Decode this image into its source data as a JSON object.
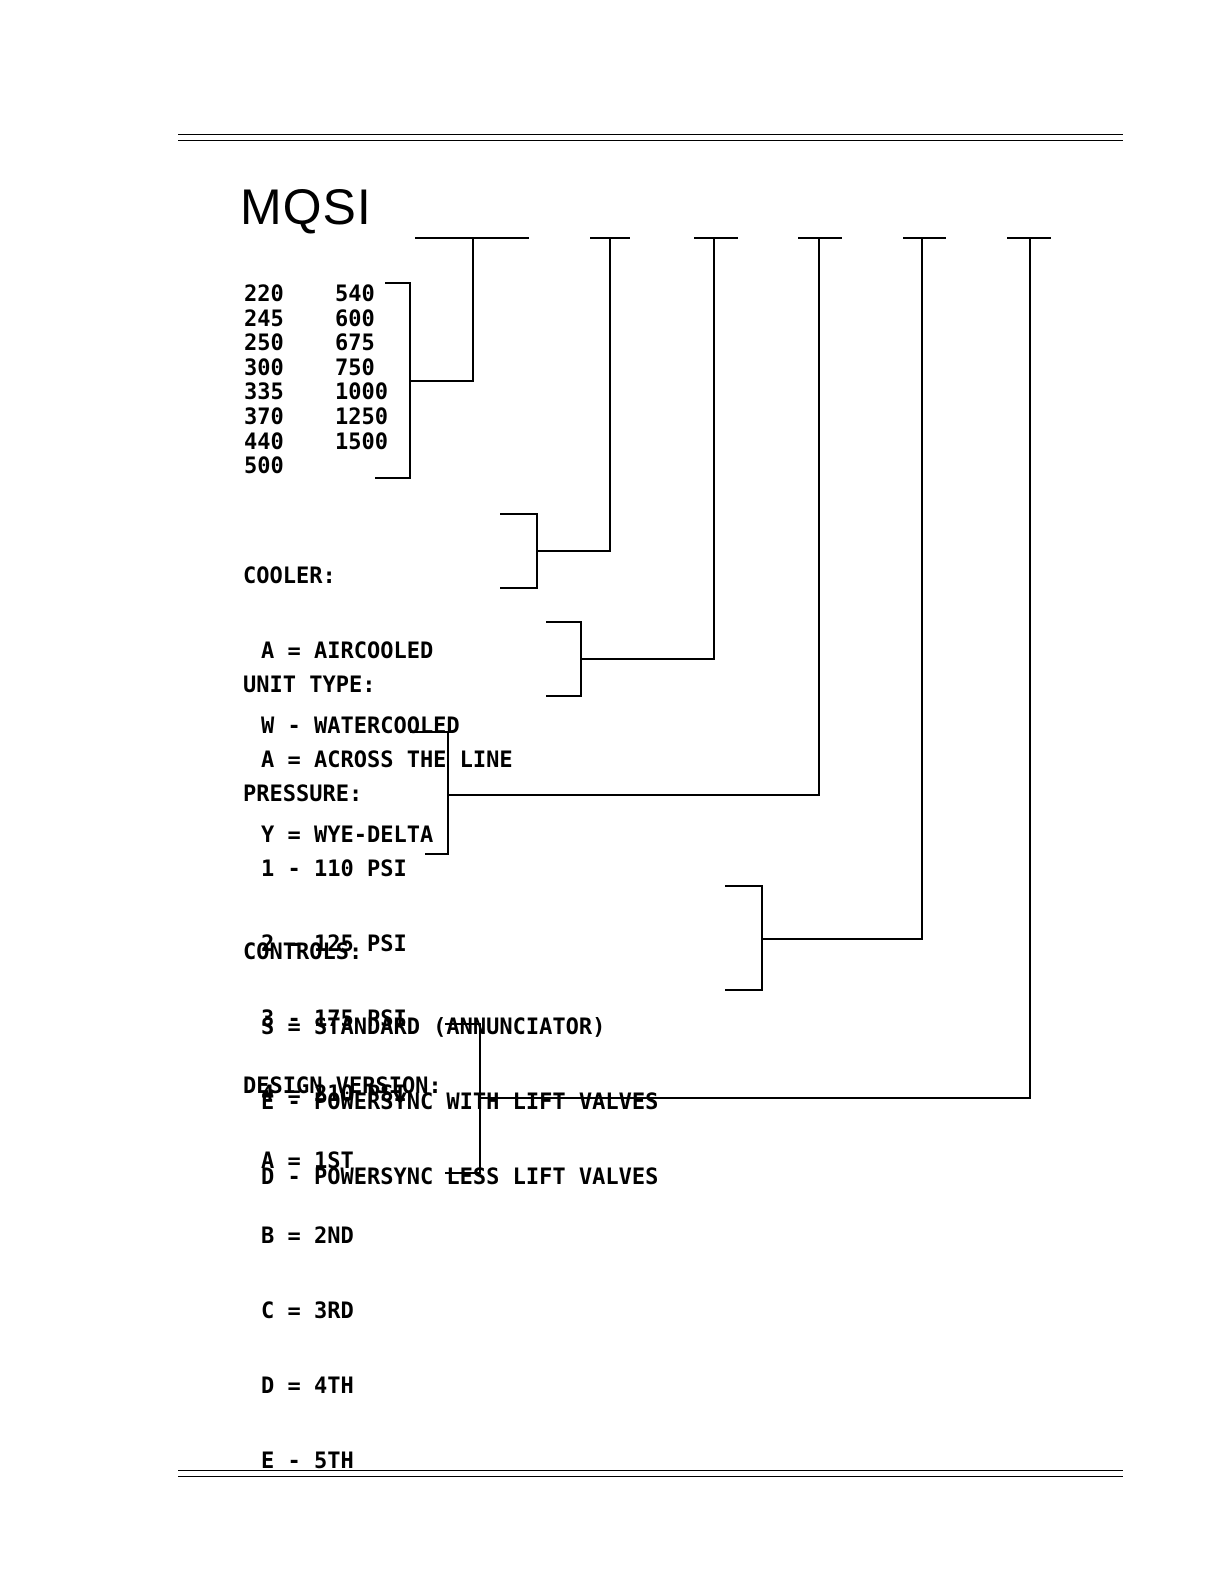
{
  "title": "MQSI",
  "sizes": {
    "left": [
      "220",
      "245",
      "250",
      "300",
      "335",
      "370",
      "440",
      "500"
    ],
    "right": [
      "540",
      "600",
      "675",
      "750",
      "1000",
      "1250",
      "1500"
    ]
  },
  "groups": [
    {
      "label": "COOLER:",
      "options": [
        "A = AIRCOOLED",
        "W - WATERCOOLED"
      ]
    },
    {
      "label": "UNIT TYPE:",
      "options": [
        "A = ACROSS THE LINE",
        "Y = WYE-DELTA"
      ]
    },
    {
      "label": "PRESSURE:",
      "options": [
        "1 - 110 PSI",
        "2 - 125 PSI",
        "3 - 175 PSI",
        "4 = 210 PSI"
      ]
    },
    {
      "label": "CONTROLS:",
      "options": [
        "S = STANDARD (ANNUNCIATOR)",
        "E - POWERSYNC WITH LIFT VALVES",
        "D - POWERSYNC LESS LIFT VALVES"
      ]
    },
    {
      "label": "DESIGN VERSION:",
      "options": [
        "A = 1ST",
        "B = 2ND",
        "C = 3RD",
        "D = 4TH",
        "E - 5TH"
      ]
    }
  ]
}
